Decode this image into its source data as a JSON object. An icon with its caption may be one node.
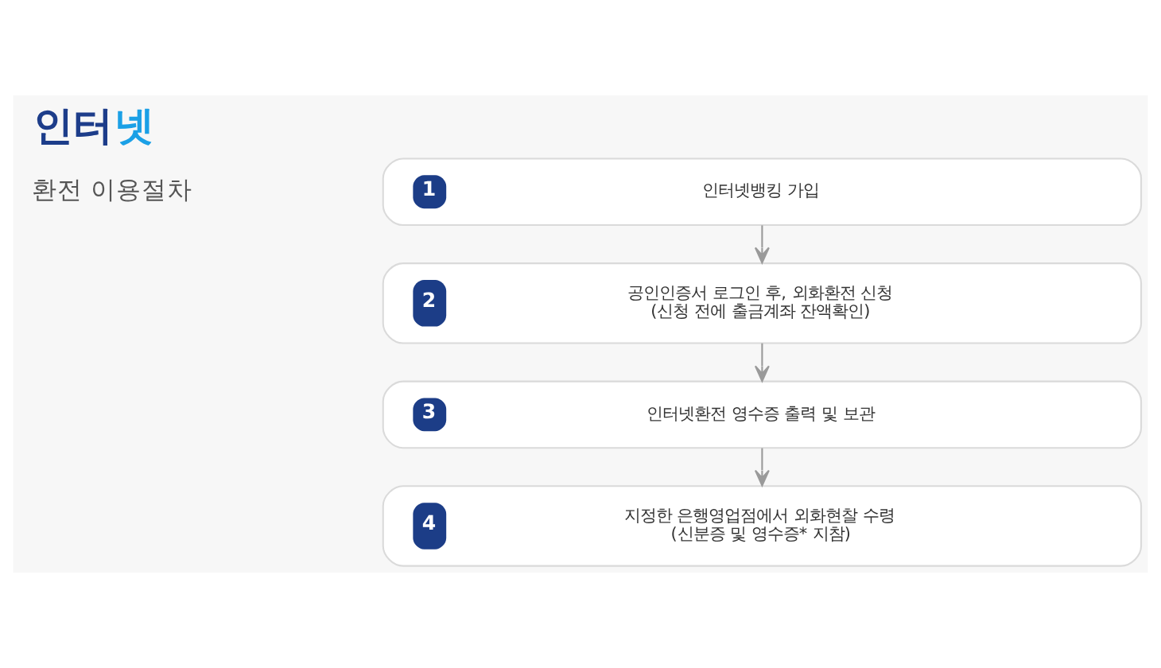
{
  "diagram": {
    "title": "인터넷",
    "nodes": [
      {
        "text": [
          "1",
          "인터넷뱅킹 가입"
        ]
      },
      {
        "text": [
          "2",
          "공인인증서 로그인 후, 외화환전 신청",
          "(신청 전에 출금계좌 잔액확인)"
        ]
      },
      {
        "text": [
          "3",
          "인터넷환전 영수증 출력 및 보관"
        ]
      },
      {
        "text": [
          "4",
          "지정한 은행영업점에서 외화현찰 수령",
          "(신분증 및 영수증* 지참)"
        ]
      }
    ],
    "edges": [
      {
        "from": 0,
        "to": 1,
        "arrow": "to"
      },
      {
        "from": 1,
        "to": 2,
        "arrow": "to"
      },
      {
        "from": 2,
        "to": 3,
        "arrow": "to"
      }
    ],
    "labels": [
      "환전 이용절차"
    ]
  }
}
